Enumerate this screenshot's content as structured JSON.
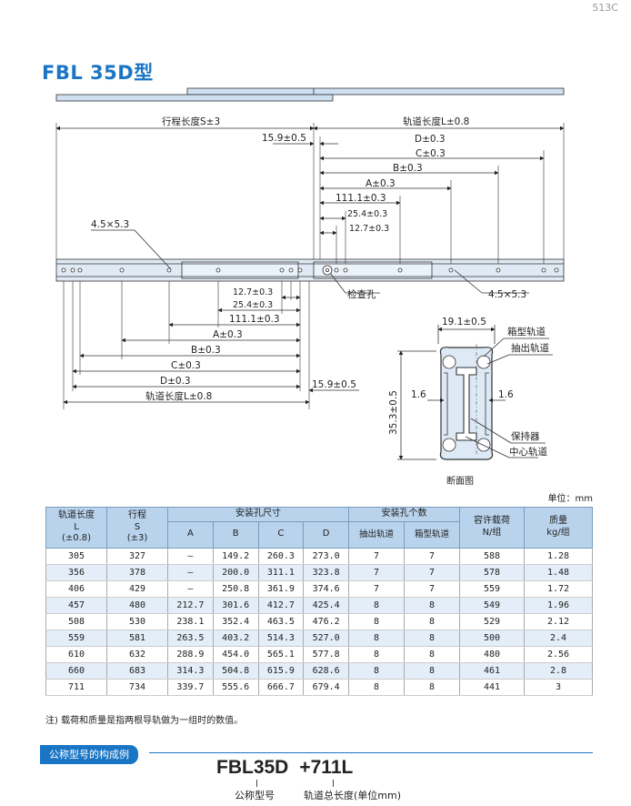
{
  "page_number": "513C",
  "title": "FBL 35D型",
  "drawing": {
    "top_dims": {
      "stroke": "行程长度S±3",
      "rail": "轨道长度L±0.8",
      "offset": "15.9±0.5",
      "d": "D±0.3",
      "c": "C±0.3",
      "b": "B±0.3",
      "a": "A±0.3",
      "d111": "111.1±0.3",
      "d254": "25.4±0.3",
      "d127": "12.7±0.3",
      "hole": "4.5×5.3"
    },
    "bottom_dims": {
      "d127": "12.7±0.3",
      "d254": "25.4±0.3",
      "d111": "111.1±0.3",
      "a": "A±0.3",
      "b": "B±0.3",
      "c": "C±0.3",
      "d": "D±0.3",
      "rail": "轨道长度L±0.8",
      "offset": "15.9±0.5",
      "hole": "4.5×5.3",
      "inspection": "检查孔"
    },
    "section": {
      "width": "19.1±0.5",
      "height": "35.3±0.5",
      "left_gap": "1.6",
      "right_gap": "1.6",
      "box_rail": "箱型轨道",
      "draw_rail": "抽出轨道",
      "retainer": "保持器",
      "center_rail": "中心轨道",
      "caption": "断面图"
    }
  },
  "unit_note": "单位：mm",
  "table": {
    "headers": {
      "rail_length": "轨道长度",
      "rail_length_sym": "L",
      "rail_length_tol": "(±0.8)",
      "stroke": "行程",
      "stroke_sym": "S",
      "stroke_tol": "(±3)",
      "mount_dims": "安装孔尺寸",
      "a": "A",
      "b": "B",
      "c": "C",
      "d": "D",
      "mount_count": "安装孔个数",
      "draw_rail": "抽出轨道",
      "box_rail": "箱型轨道",
      "load": "容许载荷",
      "load_unit": "N/组",
      "mass": "质量",
      "mass_unit": "kg/组"
    },
    "rows": [
      [
        "305",
        "327",
        "—",
        "149.2",
        "260.3",
        "273.0",
        "7",
        "7",
        "588",
        "1.28"
      ],
      [
        "356",
        "378",
        "—",
        "200.0",
        "311.1",
        "323.8",
        "7",
        "7",
        "578",
        "1.48"
      ],
      [
        "406",
        "429",
        "—",
        "250.8",
        "361.9",
        "374.6",
        "7",
        "7",
        "559",
        "1.72"
      ],
      [
        "457",
        "480",
        "212.7",
        "301.6",
        "412.7",
        "425.4",
        "8",
        "8",
        "549",
        "1.96"
      ],
      [
        "508",
        "530",
        "238.1",
        "352.4",
        "463.5",
        "476.2",
        "8",
        "8",
        "529",
        "2.12"
      ],
      [
        "559",
        "581",
        "263.5",
        "403.2",
        "514.3",
        "527.0",
        "8",
        "8",
        "500",
        "2.4"
      ],
      [
        "610",
        "632",
        "288.9",
        "454.0",
        "565.1",
        "577.8",
        "8",
        "8",
        "480",
        "2.56"
      ],
      [
        "660",
        "683",
        "314.3",
        "504.8",
        "615.9",
        "628.6",
        "8",
        "8",
        "461",
        "2.8"
      ],
      [
        "711",
        "734",
        "339.7",
        "555.6",
        "666.7",
        "679.4",
        "8",
        "8",
        "441",
        "3"
      ]
    ]
  },
  "note": "注)  载荷和质量是指两根导轨做为一组时的数值。",
  "model_section": {
    "heading": "公称型号的构成例",
    "part1": "FBL35D",
    "part2": "+711L",
    "label1": "公称型号",
    "label2": "轨道总长度(单位mm)"
  },
  "colors": {
    "accent": "#1a75c4",
    "table_header": "#b9d3ec",
    "table_alt": "#e3eef8",
    "rail_fill": "#cfe0f1"
  }
}
